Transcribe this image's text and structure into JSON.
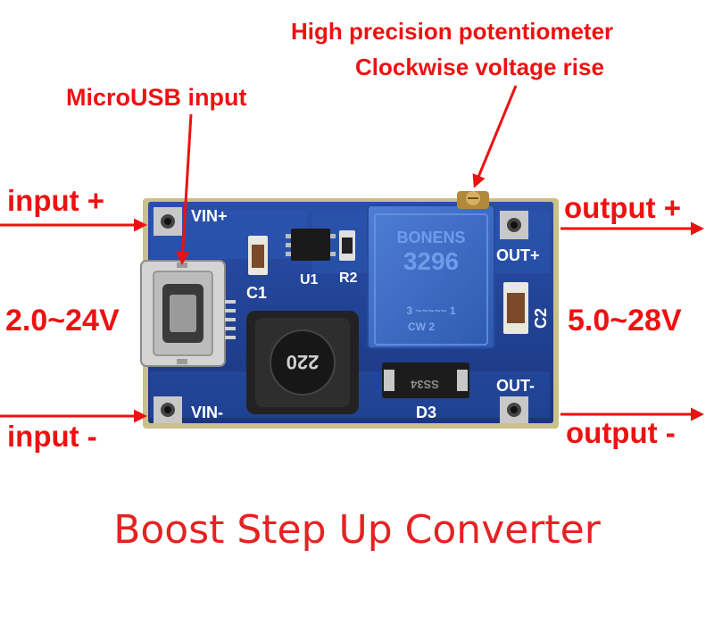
{
  "annotations": {
    "pot_title": "High precision potentiometer",
    "pot_subtitle": "Clockwise voltage rise",
    "microusb": "MicroUSB input",
    "input_plus": "input +",
    "input_minus": "input -",
    "input_range": "2.0~24V",
    "output_plus": "output +",
    "output_minus": "output -",
    "output_range": "5.0~28V"
  },
  "caption": "Boost Step Up Converter",
  "board": {
    "silkscreen": {
      "vin_plus": "VIN+",
      "vin_minus": "VIN-",
      "out_plus": "OUT+",
      "out_minus": "OUT-",
      "c1": "C1",
      "c2": "C2",
      "u1": "U1",
      "r2": "R2",
      "d3": "D3"
    },
    "potentiometer": {
      "brand": "BONENS",
      "model": "3296",
      "pins": "3 ~~~~~ 1",
      "marking": "CW 2"
    },
    "inductor_marking": "220",
    "diode_marking": "SS34"
  },
  "colors": {
    "annotation": "#ee1111",
    "pcb": "#1f3f8f",
    "caption": "#e52222"
  }
}
